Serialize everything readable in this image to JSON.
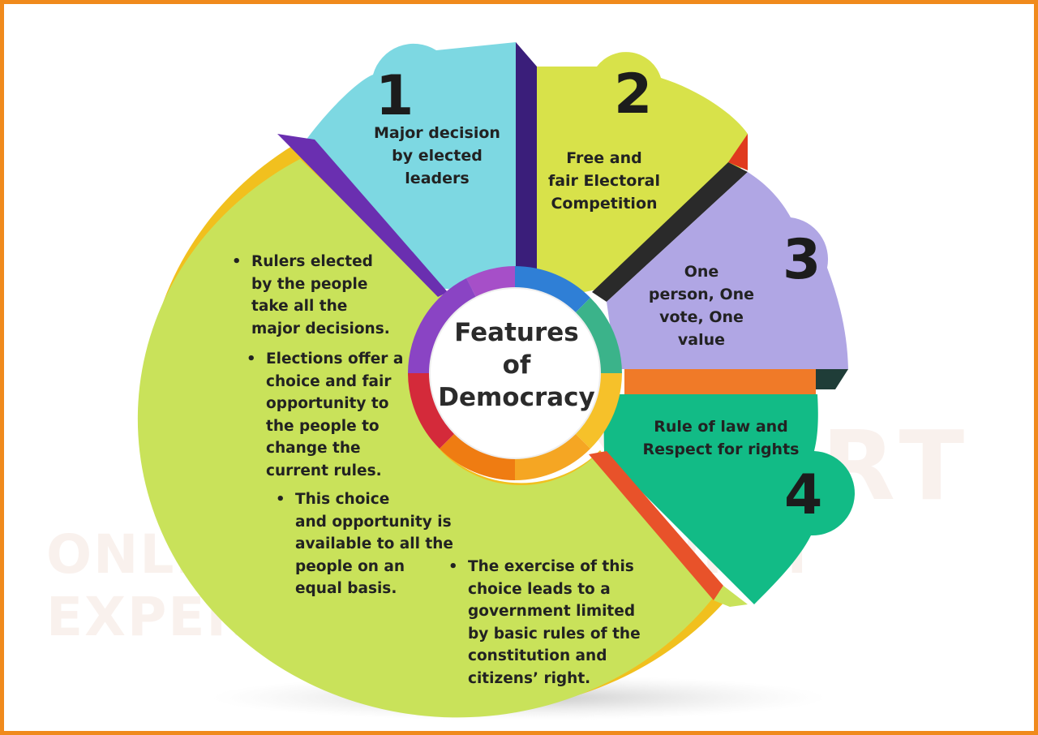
{
  "watermark": {
    "brand": "XPERT",
    "tagline": "ONLINE LEARNING WITH EXPERTS"
  },
  "center": {
    "title_line1": "Features",
    "title_line2": "of",
    "title_line3": "Democracy"
  },
  "segments": [
    {
      "number": "1",
      "label_lines": [
        "Major decision",
        "by elected",
        "leaders"
      ]
    },
    {
      "number": "2",
      "label_lines": [
        "Free and",
        "fair Electoral",
        "Competition"
      ]
    },
    {
      "number": "3",
      "label_lines": [
        "One",
        "person, One",
        "vote, One",
        "value"
      ]
    },
    {
      "number": "4",
      "label_lines": [
        "Rule of law and",
        "Respect for rights"
      ]
    }
  ],
  "bullets": [
    {
      "lines": [
        "Rulers elected",
        "by the people",
        "take all the",
        "major decisions."
      ]
    },
    {
      "lines": [
        "Elections offer a",
        "choice and fair",
        "opportunity to",
        "the people to",
        "change the",
        "current rules."
      ]
    },
    {
      "lines": [
        "This choice",
        "and opportunity is",
        "available to all the",
        "people on an",
        "equal basis."
      ]
    },
    {
      "lines": [
        "The exercise of this",
        "choice leads to a",
        "government limited",
        "by basic rules of the",
        "constitution and",
        "citizens’ right."
      ]
    }
  ],
  "colors": {
    "frame": "#f08a1c",
    "segment_1": "#7dd8e2",
    "segment_2": "#d8e24a",
    "segment_3": "#b0a6e4",
    "segment_4": "#12bb86",
    "big_slice": "#c9e25a",
    "big_slice_border": "#f1c01e",
    "accent_purple": "#6a2fb0",
    "accent_red": "#e03a1e",
    "accent_orange": "#f07a28"
  }
}
